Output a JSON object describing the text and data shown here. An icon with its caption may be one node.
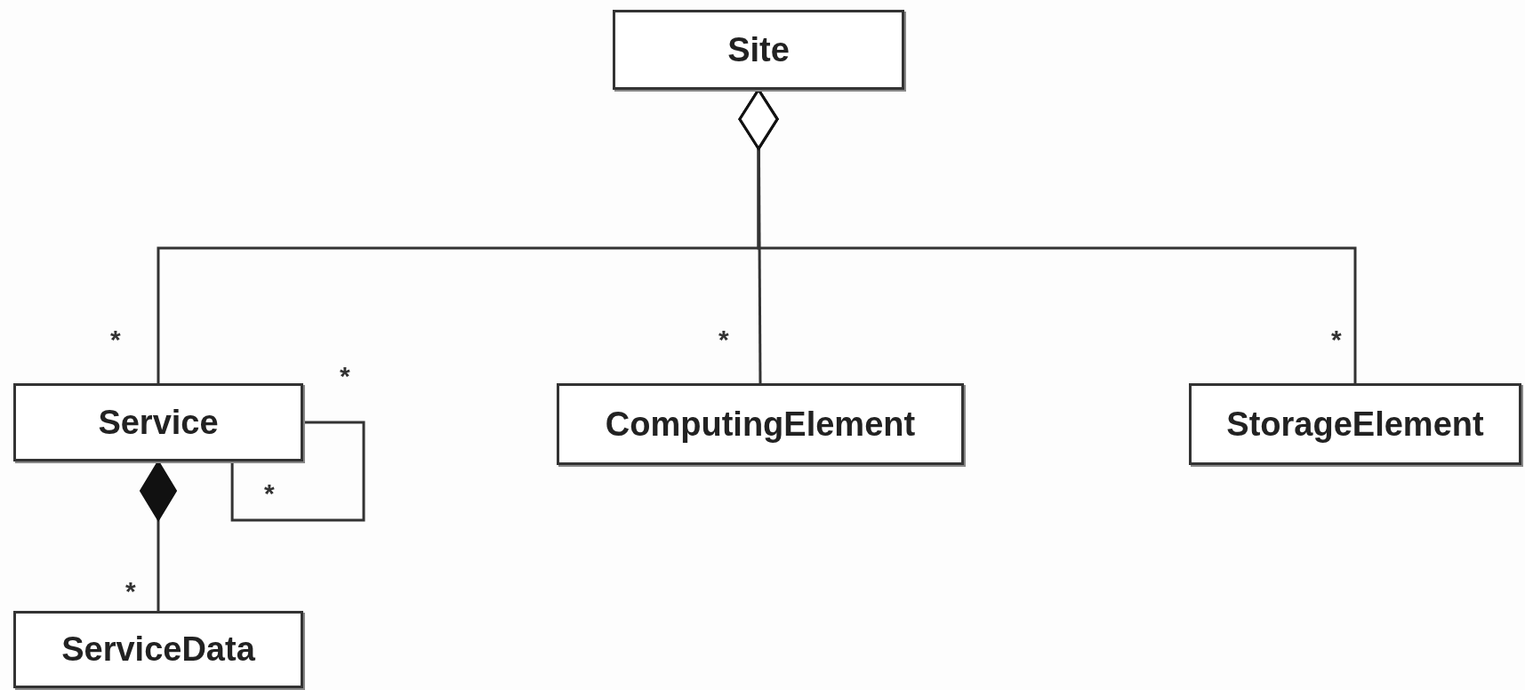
{
  "diagram": {
    "nodes": [
      {
        "text": [
          "Site"
        ]
      },
      {
        "text": [
          "Service"
        ]
      },
      {
        "text": [
          "ComputingElement"
        ]
      },
      {
        "text": [
          "StorageElement"
        ]
      },
      {
        "text": [
          "ServiceData"
        ]
      }
    ],
    "edges": [
      {
        "from": 1,
        "to": 0,
        "arrow": "other"
      },
      {
        "from": 2,
        "to": 0,
        "arrow": "other"
      },
      {
        "from": 3,
        "to": 0,
        "arrow": "other"
      },
      {
        "from": 1,
        "to": 1,
        "arrow": "none"
      },
      {
        "from": 4,
        "to": 1,
        "arrow": "other"
      }
    ],
    "labels": [
      "*",
      "*",
      "*",
      "*",
      "*",
      "*"
    ]
  }
}
